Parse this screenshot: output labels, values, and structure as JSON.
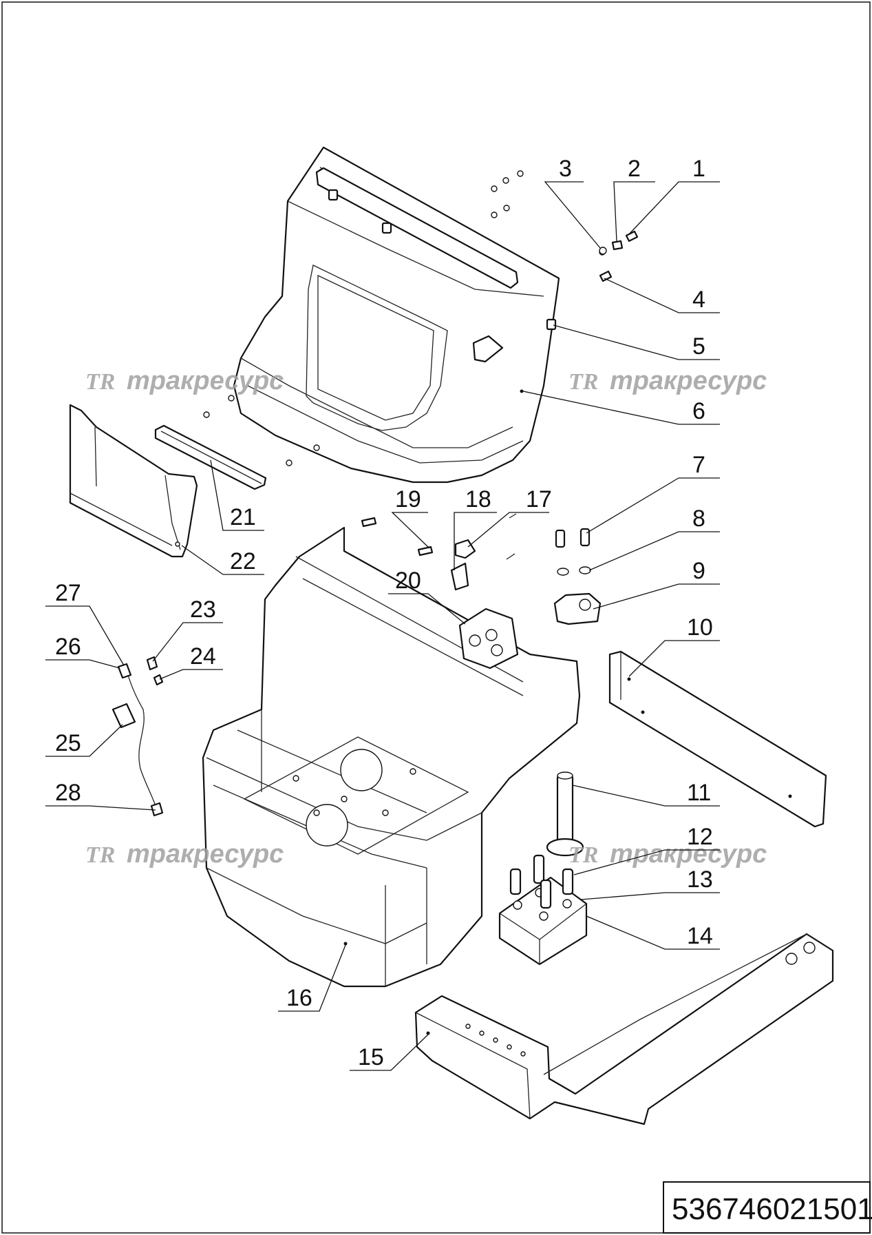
{
  "drawing_number": "536746021501",
  "watermark": {
    "logo": "TR",
    "text": "тракресурс"
  },
  "callouts": [
    "1",
    "2",
    "3",
    "4",
    "5",
    "6",
    "7",
    "8",
    "9",
    "10",
    "11",
    "12",
    "13",
    "14",
    "15",
    "16",
    "17",
    "18",
    "19",
    "20",
    "21",
    "22",
    "23",
    "24",
    "25",
    "26",
    "27",
    "28"
  ]
}
